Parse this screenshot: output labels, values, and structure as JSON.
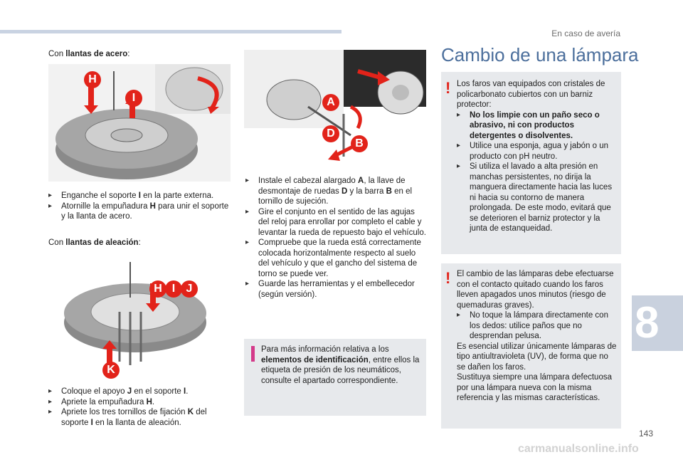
{
  "section_title": "En caso de avería",
  "chapter_number": "8",
  "page_number": "143",
  "footer_watermark": "carmanualsonline.info",
  "left": {
    "steel_heading_prefix": "Con ",
    "steel_heading_bold": "llantas de acero",
    "steel_heading_suffix": ":",
    "steel_bullets": [
      {
        "pre": "Enganche el soporte ",
        "bold": "I",
        "post": " en la parte externa."
      },
      {
        "pre": "Atornille la empuñadura ",
        "bold": "H",
        "post": " para unir el soporte y la llanta de acero."
      }
    ],
    "alloy_heading_prefix": "Con ",
    "alloy_heading_bold": "llantas de aleación",
    "alloy_heading_suffix": ":",
    "alloy_bullets": [
      {
        "pre": "Coloque el apoyo ",
        "bold": "J",
        "mid": " en el soporte ",
        "bold2": "I",
        "post": "."
      },
      {
        "pre": "Apriete la empuñadura ",
        "bold": "H",
        "mid": "",
        "bold2": "",
        "post": "."
      },
      {
        "pre": "Apriete los tres tornillos de fijación ",
        "bold": "K",
        "mid": " del soporte ",
        "bold2": "I",
        "post": " en la llanta de aleación."
      }
    ],
    "illus_labels": {
      "H": "H",
      "I": "I",
      "J": "J",
      "K": "K"
    }
  },
  "middle": {
    "illus_labels": {
      "A": "A",
      "D": "D",
      "B": "B"
    },
    "bullets": [
      {
        "html_pre": "Instale el cabezal alargado ",
        "b1": "A",
        "t1": ", la llave de desmontaje de ruedas ",
        "b2": "D",
        "t2": " y la barra ",
        "b3": "B",
        "t3": " en el tornillo de sujeción."
      },
      {
        "html_pre": "Gire el conjunto en el sentido de las agujas del reloj para enrollar por completo el cable y levantar la rueda de repuesto bajo el vehículo.",
        "b1": "",
        "t1": "",
        "b2": "",
        "t2": "",
        "b3": "",
        "t3": ""
      },
      {
        "html_pre": "Compruebe que la rueda está correctamente colocada horizontalmente respecto al suelo del vehículo y que el gancho del sistema de torno se puede ver.",
        "b1": "",
        "t1": "",
        "b2": "",
        "t2": "",
        "b3": "",
        "t3": ""
      },
      {
        "html_pre": "Guarde las herramientas y el embellecedor (según versión).",
        "b1": "",
        "t1": "",
        "b2": "",
        "t2": "",
        "b3": "",
        "t3": ""
      }
    ],
    "info_pre": "Para más información relativa a los ",
    "info_bold": "elementos de identificación",
    "info_post": ", entre ellos la etiqueta de presión de los neumáticos, consulte el apartado correspondiente."
  },
  "right": {
    "title": "Cambio de una lámpara",
    "warn1_intro": "Los faros van equipados con cristales de policarbonato cubiertos con un barniz protector:",
    "warn1_bullets": [
      {
        "bold": "No los limpie con un paño seco o abrasivo, ni con productos detergentes o disolventes.",
        "text": ""
      },
      {
        "bold": "",
        "text": "Utilice una esponja, agua y jabón o un producto con pH neutro."
      },
      {
        "bold": "",
        "text": "Si utiliza el lavado a alta presión en manchas persistentes, no dirija la manguera directamente hacia las luces ni hacia su contorno de manera prolongada. De este modo, evitará que se deterioren el barniz protector y la junta de estanqueidad."
      }
    ],
    "warn2_intro": "El cambio de las lámparas debe efectuarse con el contacto quitado cuando los faros lleven apagados unos minutos (riesgo de quemaduras graves).",
    "warn2_bullets": [
      {
        "text": "No toque la lámpara directamente con los dedos: utilice paños que no desprendan pelusa."
      }
    ],
    "warn2_p2": "Es esencial utilizar únicamente lámparas de tipo antiultravioleta (UV), de forma que no se dañen los faros.",
    "warn2_p3": "Sustituya siempre una lámpara defectuosa por una lámpara nueva con la misma referencia y las mismas características."
  },
  "colors": {
    "accent_red": "#e2231a",
    "title_blue": "#4c6f9c",
    "box_grey": "#e7e9ec",
    "info_pink": "#d43a8a"
  }
}
